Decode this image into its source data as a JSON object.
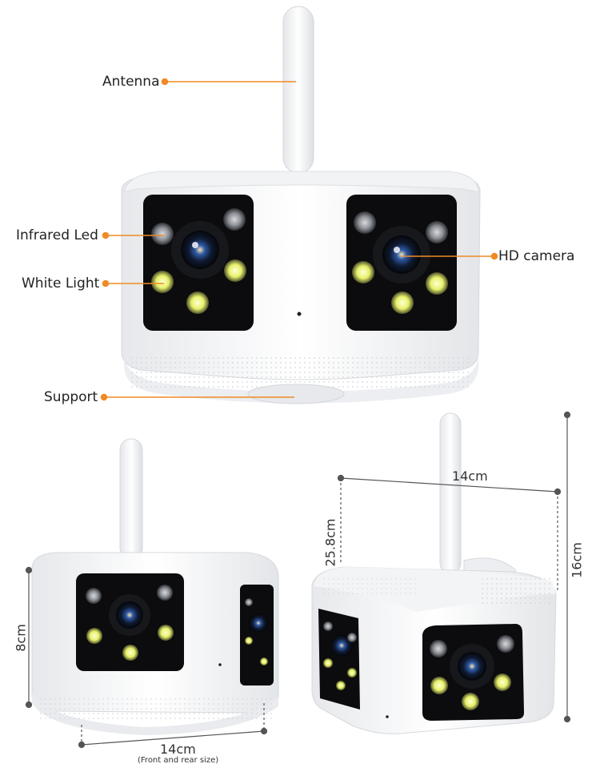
{
  "labels": {
    "antenna": "Antenna",
    "infrared_led": "Infrared Led",
    "white_light": "White Light",
    "support": "Support",
    "hd_camera": "HD camera"
  },
  "dimensions": {
    "front_height": "8cm",
    "front_width": "14cm",
    "front_note": "(Front and rear size)",
    "side_width": "14cm",
    "side_depth": "25.8cm",
    "side_height": "16cm"
  },
  "colors": {
    "leader": "#f08a24",
    "body": "#f4f5f7",
    "panel": "#0c0c0e",
    "dim_line": "#555555"
  }
}
